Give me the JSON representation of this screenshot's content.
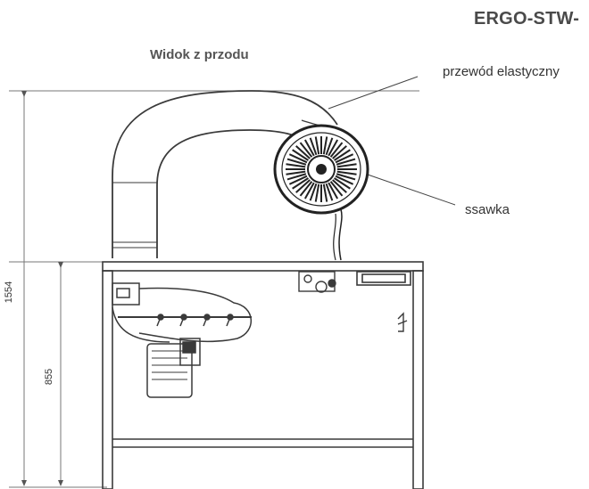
{
  "title": "ERGO-STW-",
  "subtitle": "Widok z przodu",
  "labels": {
    "hose": "przewód elastyczny",
    "nozzle": "ssawka"
  },
  "dimensions": {
    "total_height": "1554",
    "table_height": "855"
  }
}
